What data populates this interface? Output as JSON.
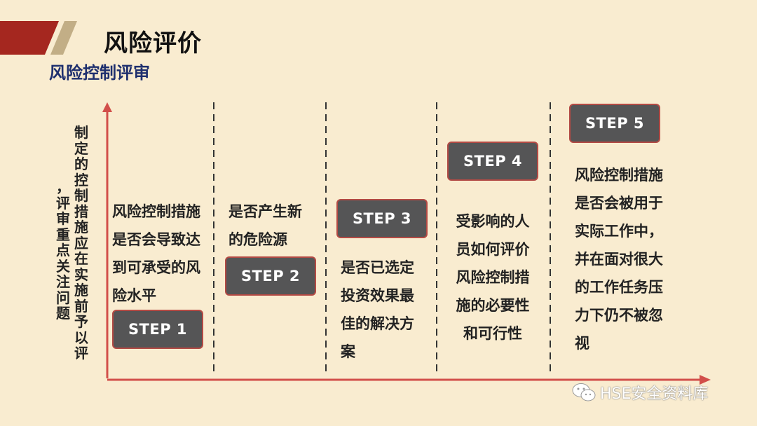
{
  "header": {
    "title": "风险评价",
    "subtitle": "风险控制评审"
  },
  "y_axis": {
    "label_col1": "制定的控制措施应在实施前予以评",
    "label_col2": "，评审重点关注问题"
  },
  "steps": [
    {
      "label": "STEP 1",
      "text": "风险控制措施是否会导致达到可承受的风险水平"
    },
    {
      "label": "STEP 2",
      "text": "是否产生新的危险源"
    },
    {
      "label": "STEP 3",
      "text": "是否已选定投资效果最佳的解决方案"
    },
    {
      "label": "STEP 4",
      "text": "受影响的人员如何评价风险控制措施的必要性和可行性"
    },
    {
      "label": "STEP 5",
      "text": "风险控制措施是否会被用于实际工作中，并在面对很大的工作任务压力下仍不被忽视"
    }
  ],
  "watermark": {
    "icon": "wechat-icon",
    "text": "HSE安全资料库"
  },
  "colors": {
    "background": "#f9ecd0",
    "accent_red": "#a5271f",
    "accent_tan": "#c2ae86",
    "step_fill": "#555556",
    "step_border": "#b34a44",
    "axis": "#d24f4a",
    "subtitle": "#1e2f6e"
  }
}
